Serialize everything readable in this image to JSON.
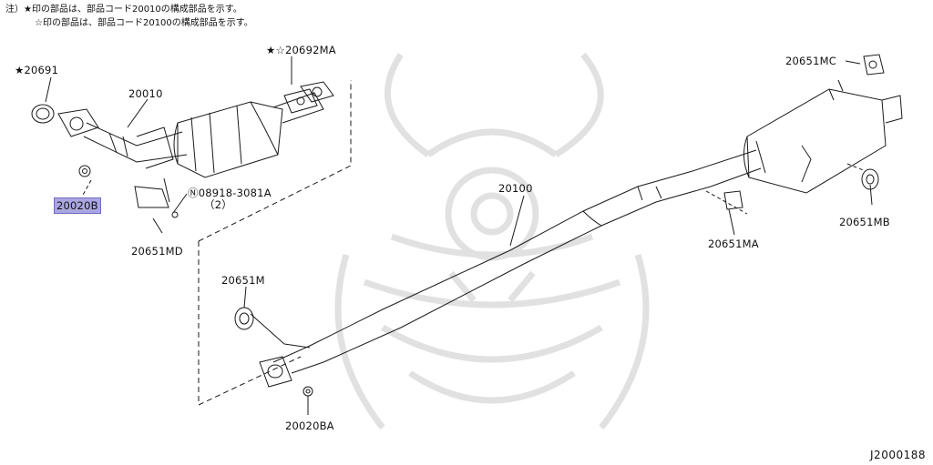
{
  "notes": [
    "注）★印の部品は、部品コード20010の構成部品を示す。",
    "☆印の部品は、部品コード20100の構成部品を示す。"
  ],
  "labels": {
    "p20691": "★20691",
    "p20010": "20010",
    "p20692MA": "★☆20692MA",
    "p20020B": "20020B",
    "p08918": "Ⓝ08918-3081A",
    "p08918_qty": "（2）",
    "p20651MD": "20651MD",
    "p20100": "20100",
    "p20651MC": "20651MC",
    "p20651MB": "20651MB",
    "p20651MA": "20651MA",
    "p20651M": "20651M",
    "p20020BA": "20020BA"
  },
  "diagram_id": "J2000188",
  "colors": {
    "highlight": "#a9a6e0",
    "line": "#1a1a1a",
    "watermark": "#d9d9d9"
  }
}
